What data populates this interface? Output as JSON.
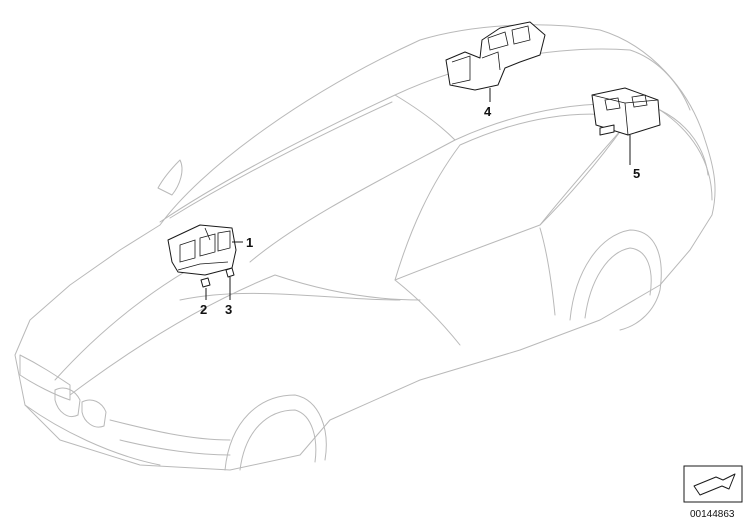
{
  "callouts": [
    {
      "id": "1",
      "label": "1"
    },
    {
      "id": "2",
      "label": "2"
    },
    {
      "id": "3",
      "label": "3"
    },
    {
      "id": "4",
      "label": "4"
    },
    {
      "id": "5",
      "label": "5"
    }
  ],
  "diagram_number": "00144863",
  "colors": {
    "car_outline": "#b9b9b9",
    "part_outline": "#1a1a1a",
    "background": "#ffffff"
  },
  "icons": {
    "direction_badge": "arrow-icon"
  }
}
